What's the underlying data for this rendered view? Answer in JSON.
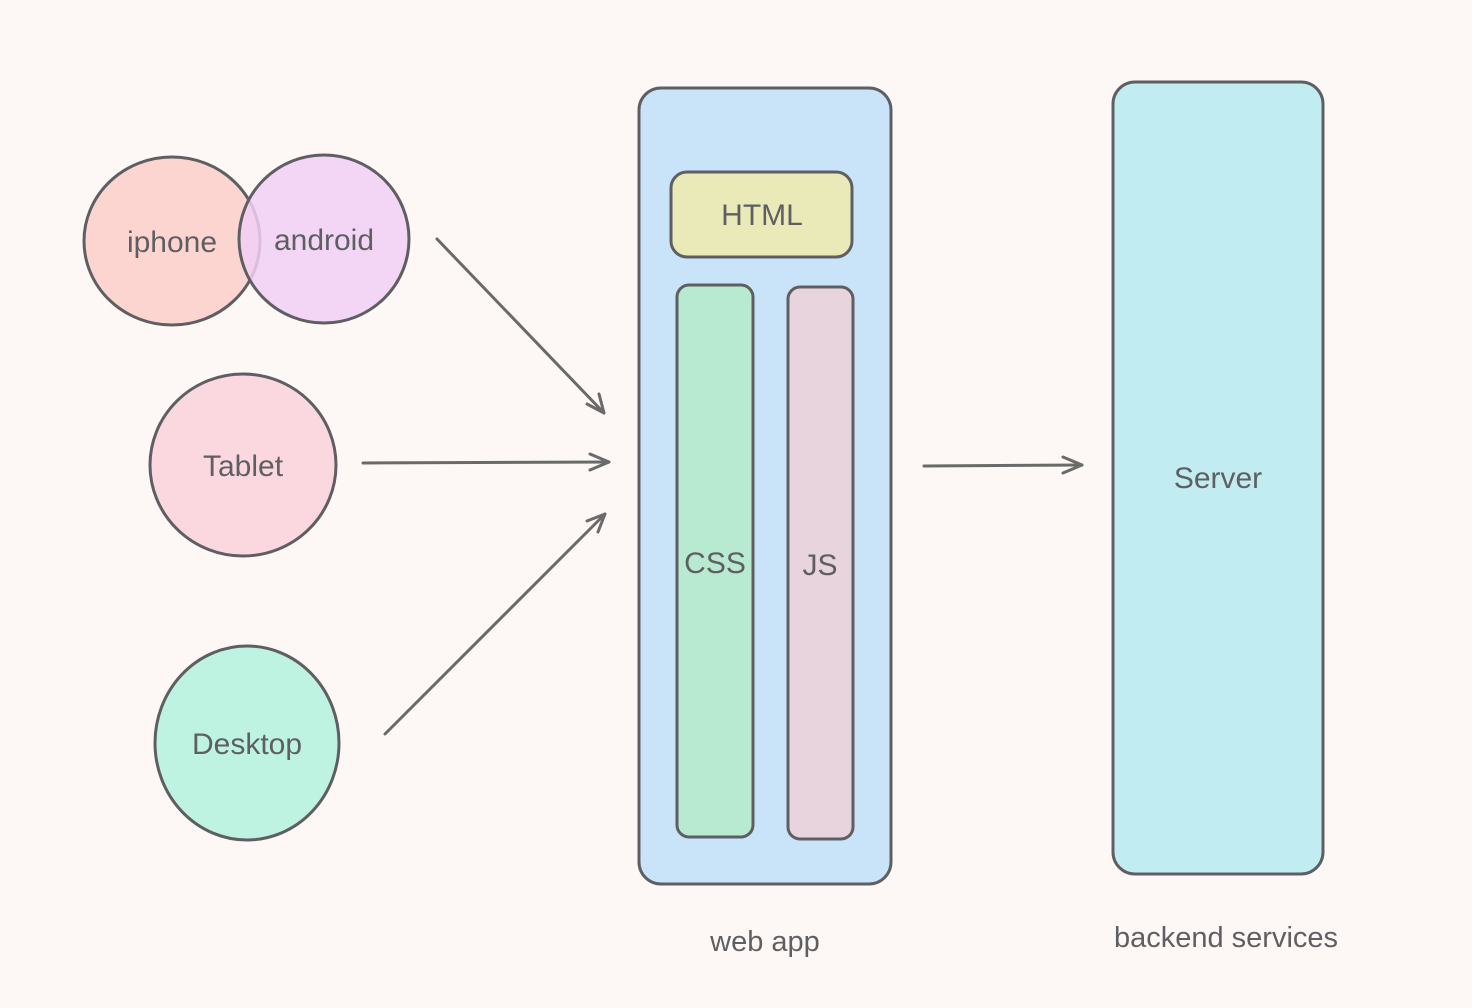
{
  "clients": {
    "iphone": {
      "label": "iphone",
      "color": "#fdd5d0"
    },
    "android": {
      "label": "android",
      "color": "#f1cff5"
    },
    "tablet": {
      "label": "Tablet",
      "color": "#fbd7e0"
    },
    "desktop": {
      "label": "Desktop",
      "color": "#bdf3e0"
    }
  },
  "web_app": {
    "label": "web app",
    "color": "#c9e4f8",
    "html": {
      "label": "HTML",
      "color": "#eaeab8"
    },
    "css": {
      "label": "CSS",
      "color": "#b8ead2"
    },
    "js": {
      "label": "JS",
      "color": "#e8d4dc"
    }
  },
  "backend": {
    "label": "backend services",
    "server": {
      "label": "Server",
      "color": "#c1edf2"
    }
  }
}
